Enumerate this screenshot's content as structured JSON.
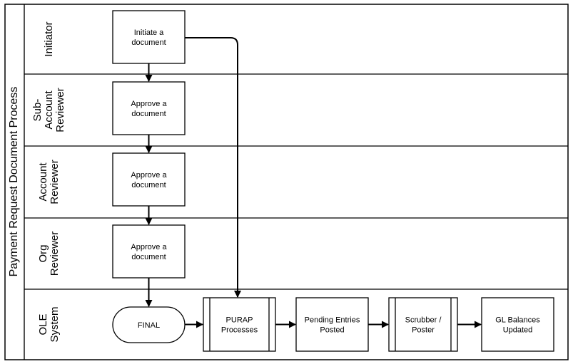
{
  "diagram": {
    "title": "Payment Request Document Process",
    "lanes": [
      {
        "id": "initiator",
        "label": [
          "Initiator"
        ]
      },
      {
        "id": "sub-account-reviewer",
        "label": [
          "Sub-",
          "Account",
          "Reviewer"
        ]
      },
      {
        "id": "account-reviewer",
        "label": [
          "Account",
          "Reviewer"
        ]
      },
      {
        "id": "org-reviewer",
        "label": [
          "Org",
          "Reviewer"
        ]
      },
      {
        "id": "ole-system",
        "label": [
          "OLE",
          "System"
        ]
      }
    ],
    "nodes": [
      {
        "id": "initiate",
        "lane": "initiator",
        "shape": "process",
        "text": [
          "Initiate a",
          "document"
        ]
      },
      {
        "id": "approve-sub",
        "lane": "sub-account-reviewer",
        "shape": "process",
        "text": [
          "Approve a",
          "document"
        ]
      },
      {
        "id": "approve-account",
        "lane": "account-reviewer",
        "shape": "process",
        "text": [
          "Approve a",
          "document"
        ]
      },
      {
        "id": "approve-org",
        "lane": "org-reviewer",
        "shape": "process",
        "text": [
          "Approve a",
          "document"
        ]
      },
      {
        "id": "final",
        "lane": "ole-system",
        "shape": "terminator",
        "text": [
          "FINAL"
        ]
      },
      {
        "id": "purap",
        "lane": "ole-system",
        "shape": "predefined-process",
        "text": [
          "PURAP",
          "Processes"
        ]
      },
      {
        "id": "pending",
        "lane": "ole-system",
        "shape": "process",
        "text": [
          "Pending Entries",
          "Posted"
        ]
      },
      {
        "id": "scrubber",
        "lane": "ole-system",
        "shape": "predefined-process",
        "text": [
          "Scrubber /",
          "Poster"
        ]
      },
      {
        "id": "gl",
        "lane": "ole-system",
        "shape": "process",
        "text": [
          "GL Balances",
          "Updated"
        ]
      }
    ],
    "edges": [
      {
        "from": "initiate",
        "to": "approve-sub"
      },
      {
        "from": "approve-sub",
        "to": "approve-account"
      },
      {
        "from": "approve-account",
        "to": "approve-org"
      },
      {
        "from": "approve-org",
        "to": "final"
      },
      {
        "from": "initiate",
        "to": "purap"
      },
      {
        "from": "final",
        "to": "purap"
      },
      {
        "from": "purap",
        "to": "pending"
      },
      {
        "from": "pending",
        "to": "scrubber"
      },
      {
        "from": "scrubber",
        "to": "gl"
      }
    ]
  }
}
